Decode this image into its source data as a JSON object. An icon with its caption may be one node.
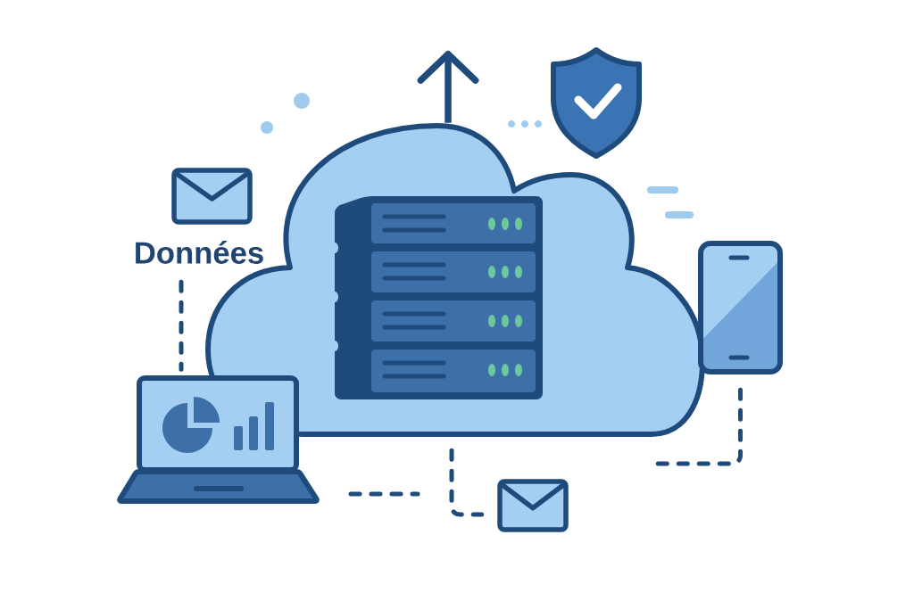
{
  "diagram": {
    "nodes": [
      {
        "text": [],
        "shape": "cloud"
      },
      {
        "text": [
          "Données"
        ]
      },
      {
        "text": [],
        "shape": "picture"
      },
      {
        "text": [],
        "shape": "picture"
      },
      {
        "text": [],
        "shape": "picture"
      }
    ],
    "edges": [
      {
        "from": 0,
        "to": null,
        "arrow": "to"
      },
      {
        "from": 1,
        "to": 2,
        "arrow": "none",
        "style": "dashed"
      },
      {
        "from": 3,
        "to": null,
        "arrow": "none",
        "style": "dashed"
      },
      {
        "from": 0,
        "to": 4,
        "arrow": "none",
        "style": "dashed"
      }
    ]
  }
}
